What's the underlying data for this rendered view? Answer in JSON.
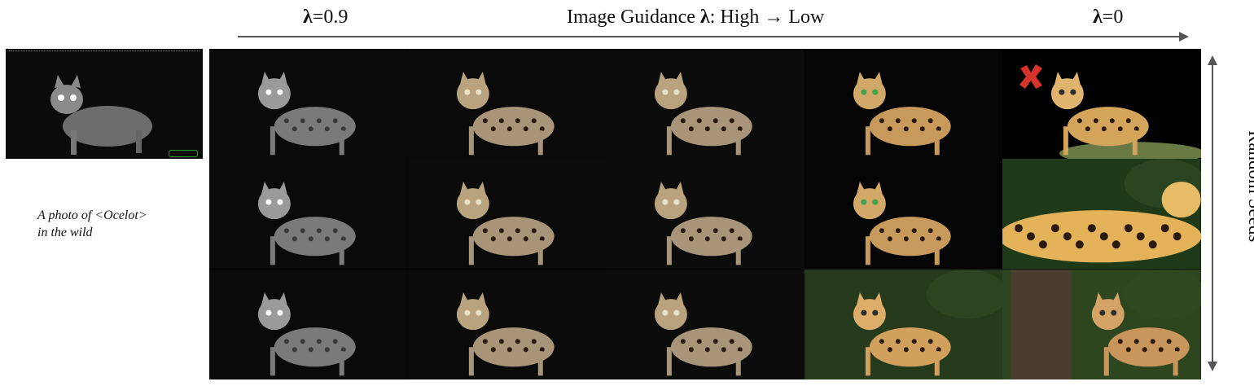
{
  "header": {
    "left_lambda": "λ",
    "left_value": "=0.9",
    "middle_prefix": "Image Guidance ",
    "middle_lambda": "λ",
    "middle_suffix": ": High → Low",
    "right_lambda": "λ",
    "right_value": "=0"
  },
  "side_label": "Random Seeds",
  "caption": "A photo of <Ocelot>\nin the wild",
  "colors": {
    "night_bg": "#0b0b0b",
    "gray_cat": "#9a9a9a",
    "tan_cat": "#c79a5c",
    "spots": "#2a1a10",
    "foliage": "#2f4a22",
    "reject_mark": "#d6332b"
  },
  "grid": {
    "rows": 3,
    "columns": 5,
    "cells": [
      {
        "style": "gray",
        "bg": "#0a0a0a"
      },
      {
        "style": "pale",
        "bg": "#0a0a0a"
      },
      {
        "style": "pale",
        "bg": "#0c0c0c"
      },
      {
        "style": "vivid",
        "bg": "#050505"
      },
      {
        "style": "cartoon",
        "bg": "#000000"
      },
      {
        "style": "gray",
        "bg": "#0a0a0a"
      },
      {
        "style": "pale",
        "bg": "#0b0b0b"
      },
      {
        "style": "pale",
        "bg": "#0c0c0c"
      },
      {
        "style": "vivid",
        "bg": "#050505"
      },
      {
        "style": "lying",
        "bg": "#1f3a18"
      },
      {
        "style": "gray",
        "bg": "#0a0a0a"
      },
      {
        "style": "pale",
        "bg": "#0b0b0b"
      },
      {
        "style": "pale",
        "bg": "#0c0c0c"
      },
      {
        "style": "forest",
        "bg": "#263a1c"
      },
      {
        "style": "tree",
        "bg": "#2e4620"
      }
    ]
  }
}
